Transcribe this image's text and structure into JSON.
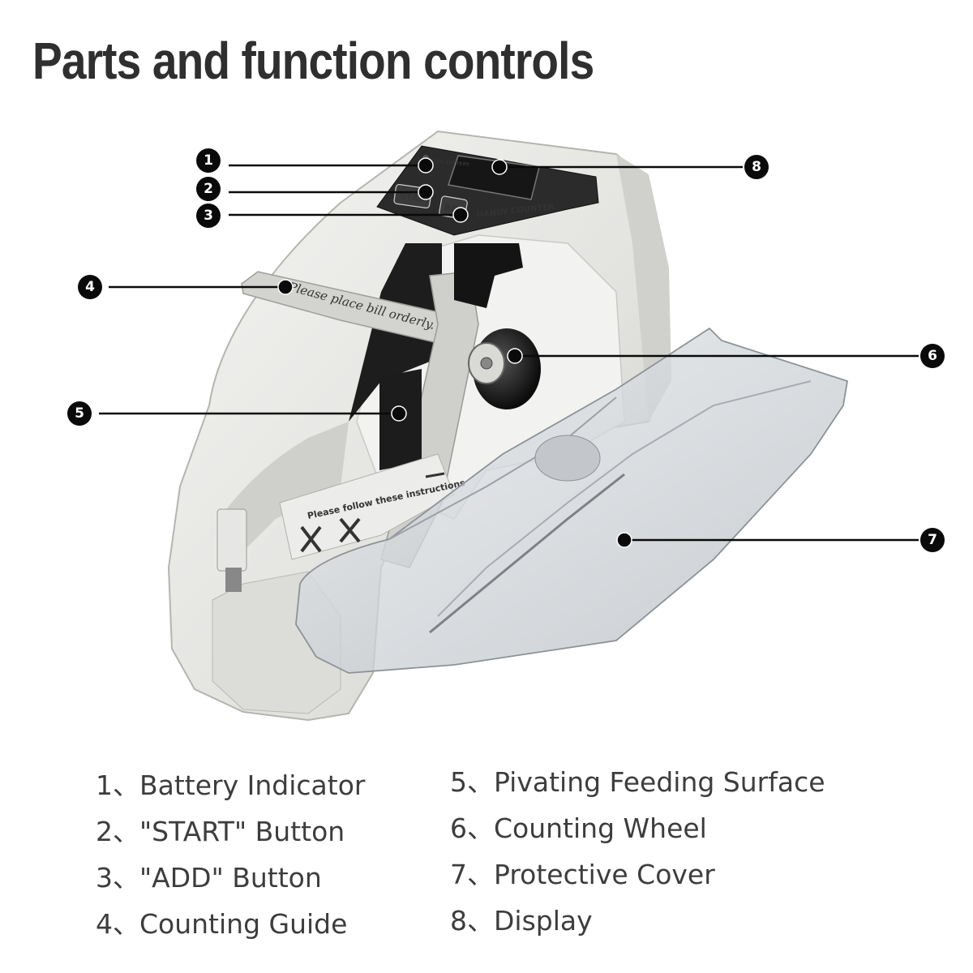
{
  "title": "Parts and function controls",
  "device_labels": {
    "brand": "HANDY COUNTER",
    "start": "START",
    "add": "ADD",
    "low_battery": "LOW BATTERY",
    "guide_text": "Please place bill orderly.",
    "instructions": "Please follow these instructions"
  },
  "callouts": [
    {
      "number": "1",
      "label": "Battery Indicator"
    },
    {
      "number": "2",
      "label": "\"START\" Button"
    },
    {
      "number": "3",
      "label": "\"ADD\" Button"
    },
    {
      "number": "4",
      "label": "Counting Guide"
    },
    {
      "number": "5",
      "label": "Pivating Feeding Surface"
    },
    {
      "number": "6",
      "label": "Counting Wheel"
    },
    {
      "number": "7",
      "label": "Protective Cover"
    },
    {
      "number": "8",
      "label": "Display"
    }
  ],
  "legend": {
    "separator": "、",
    "left": [
      {
        "num": "1",
        "text": "Battery Indicator"
      },
      {
        "num": "2",
        "text": "\"START\" Button"
      },
      {
        "num": "3",
        "text": "\"ADD\" Button"
      },
      {
        "num": "4",
        "text": "Counting Guide"
      }
    ],
    "right": [
      {
        "num": "5",
        "text": "Pivating Feeding Surface"
      },
      {
        "num": "6",
        "text": "Counting Wheel"
      },
      {
        "num": "7",
        "text": "Protective Cover"
      },
      {
        "num": "8",
        "text": "Display"
      }
    ]
  },
  "colors": {
    "body": "#e8e8e6",
    "body_shadow": "#bdbdba",
    "panel": "#2b2b2b",
    "dark": "#1a1a1a",
    "cover": "#d9dcdf",
    "callout": "#0a0a0a"
  }
}
